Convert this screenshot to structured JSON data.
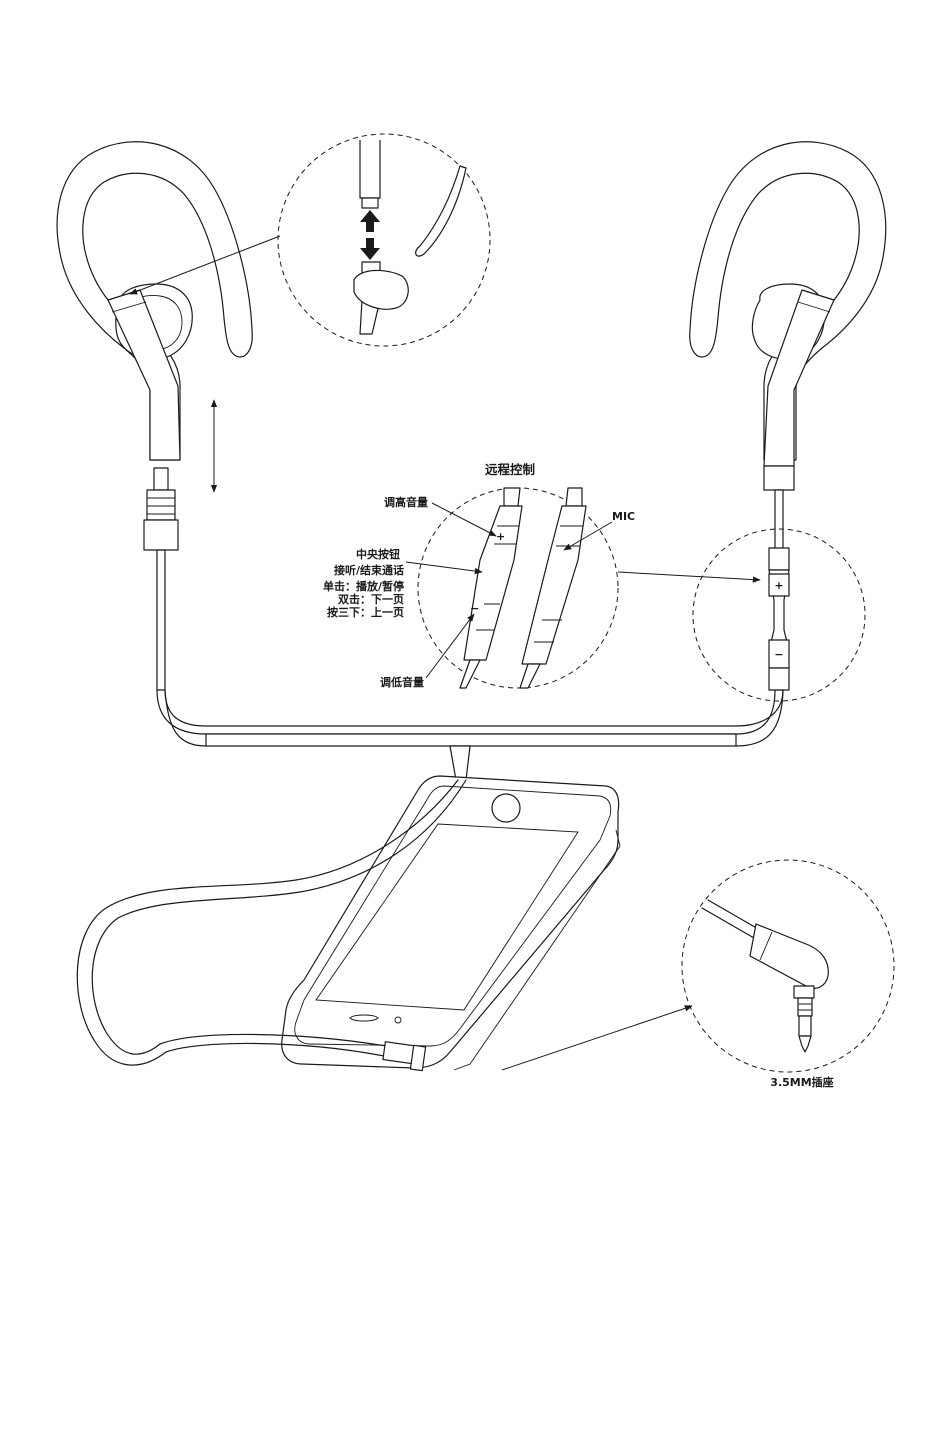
{
  "labels": {
    "remote_title": "远程控制",
    "vol_up": "调高音量",
    "center_button_line1": "中央按钮",
    "center_button_line2": "接听/结束通话",
    "single_click": "单击：播放/暂停",
    "double_click": "双击：下一页",
    "triple_click": "按三下：上一页",
    "vol_down": "调低音量",
    "mic": "MIC",
    "jack": "3.5MM插座"
  }
}
